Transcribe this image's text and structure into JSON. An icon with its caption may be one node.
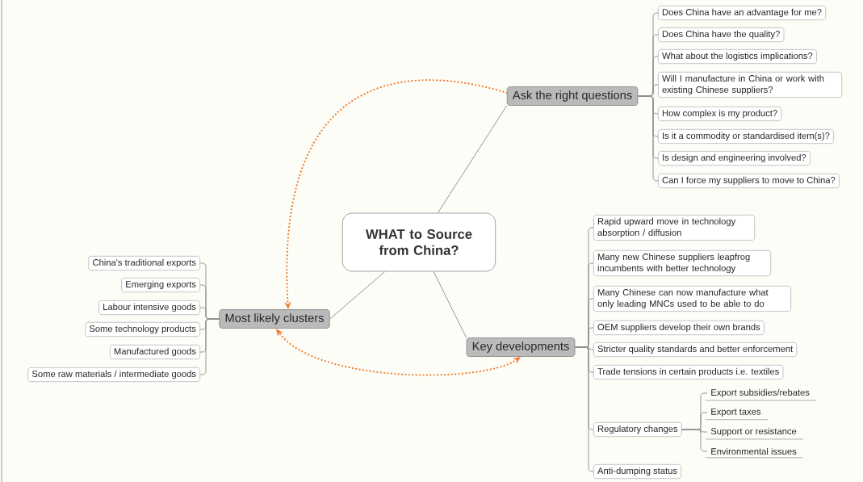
{
  "diagram": {
    "nodes": [
      {
        "text": [
          "WHAT to Source from China?"
        ]
      },
      {
        "text": [
          "Ask the right questions"
        ]
      },
      {
        "text": [
          "Does China have an advantage for me?"
        ]
      },
      {
        "text": [
          "Does China have the quality?"
        ]
      },
      {
        "text": [
          "What about the logistics implications?"
        ]
      },
      {
        "text": [
          "Will I manufacture in China or work with existing Chinese suppliers?"
        ]
      },
      {
        "text": [
          "How complex is my product?"
        ]
      },
      {
        "text": [
          "Is it a commodity or standardised item(s)?"
        ]
      },
      {
        "text": [
          "Is design and engineering involved?"
        ]
      },
      {
        "text": [
          "Can I force my suppliers to move to China?"
        ]
      },
      {
        "text": [
          "Key developments"
        ]
      },
      {
        "text": [
          "Rapid upward move in technology absorption / diffusion"
        ]
      },
      {
        "text": [
          "Many new Chinese suppliers leapfrog incumbents with better technology"
        ]
      },
      {
        "text": [
          "Many Chinese can now manufacture what only leading MNCs used to be able to do"
        ]
      },
      {
        "text": [
          "OEM suppliers develop their own brands"
        ]
      },
      {
        "text": [
          "Stricter quality standards and better enforcement"
        ]
      },
      {
        "text": [
          "Trade tensions in certain products i.e. textiles"
        ]
      },
      {
        "text": [
          "Regulatory changes"
        ]
      },
      {
        "text": [
          "Export subsidies/rebates"
        ]
      },
      {
        "text": [
          "Export taxes"
        ]
      },
      {
        "text": [
          "Support or resistance"
        ]
      },
      {
        "text": [
          "Environmental issues"
        ]
      },
      {
        "text": [
          "Anti-dumping status"
        ]
      },
      {
        "text": [
          "Most likely clusters"
        ]
      },
      {
        "text": [
          "China's traditional exports"
        ]
      },
      {
        "text": [
          "Emerging exports"
        ]
      },
      {
        "text": [
          "Labour intensive goods"
        ]
      },
      {
        "text": [
          "Some technology products"
        ]
      },
      {
        "text": [
          "Manufactured goods"
        ]
      },
      {
        "text": [
          "Some raw materials / intermediate goods"
        ]
      }
    ],
    "edges": [
      {
        "from": 0,
        "to": 1,
        "arrow": "none"
      },
      {
        "from": 0,
        "to": 10,
        "arrow": "none"
      },
      {
        "from": 0,
        "to": 23,
        "arrow": "none"
      },
      {
        "from": 1,
        "to": 2,
        "arrow": "none"
      },
      {
        "from": 1,
        "to": 3,
        "arrow": "none"
      },
      {
        "from": 1,
        "to": 4,
        "arrow": "none"
      },
      {
        "from": 1,
        "to": 5,
        "arrow": "none"
      },
      {
        "from": 1,
        "to": 6,
        "arrow": "none"
      },
      {
        "from": 1,
        "to": 7,
        "arrow": "none"
      },
      {
        "from": 1,
        "to": 8,
        "arrow": "none"
      },
      {
        "from": 1,
        "to": 9,
        "arrow": "none"
      },
      {
        "from": 10,
        "to": 11,
        "arrow": "none"
      },
      {
        "from": 10,
        "to": 12,
        "arrow": "none"
      },
      {
        "from": 10,
        "to": 13,
        "arrow": "none"
      },
      {
        "from": 10,
        "to": 14,
        "arrow": "none"
      },
      {
        "from": 10,
        "to": 15,
        "arrow": "none"
      },
      {
        "from": 10,
        "to": 16,
        "arrow": "none"
      },
      {
        "from": 10,
        "to": 17,
        "arrow": "none"
      },
      {
        "from": 17,
        "to": 18,
        "arrow": "none"
      },
      {
        "from": 17,
        "to": 19,
        "arrow": "none"
      },
      {
        "from": 17,
        "to": 20,
        "arrow": "none"
      },
      {
        "from": 17,
        "to": 21,
        "arrow": "none"
      },
      {
        "from": 10,
        "to": 22,
        "arrow": "none"
      },
      {
        "from": 23,
        "to": 24,
        "arrow": "none"
      },
      {
        "from": 23,
        "to": 25,
        "arrow": "none"
      },
      {
        "from": 23,
        "to": 26,
        "arrow": "none"
      },
      {
        "from": 23,
        "to": 27,
        "arrow": "none"
      },
      {
        "from": 23,
        "to": 28,
        "arrow": "none"
      },
      {
        "from": 23,
        "to": 29,
        "arrow": "none"
      },
      {
        "from": 1,
        "to": 23,
        "arrow": "to",
        "style": "dashed",
        "color": "#f07a2a"
      },
      {
        "from": 10,
        "to": 23,
        "arrow": "both",
        "style": "dashed",
        "color": "#f07a2a"
      }
    ]
  }
}
